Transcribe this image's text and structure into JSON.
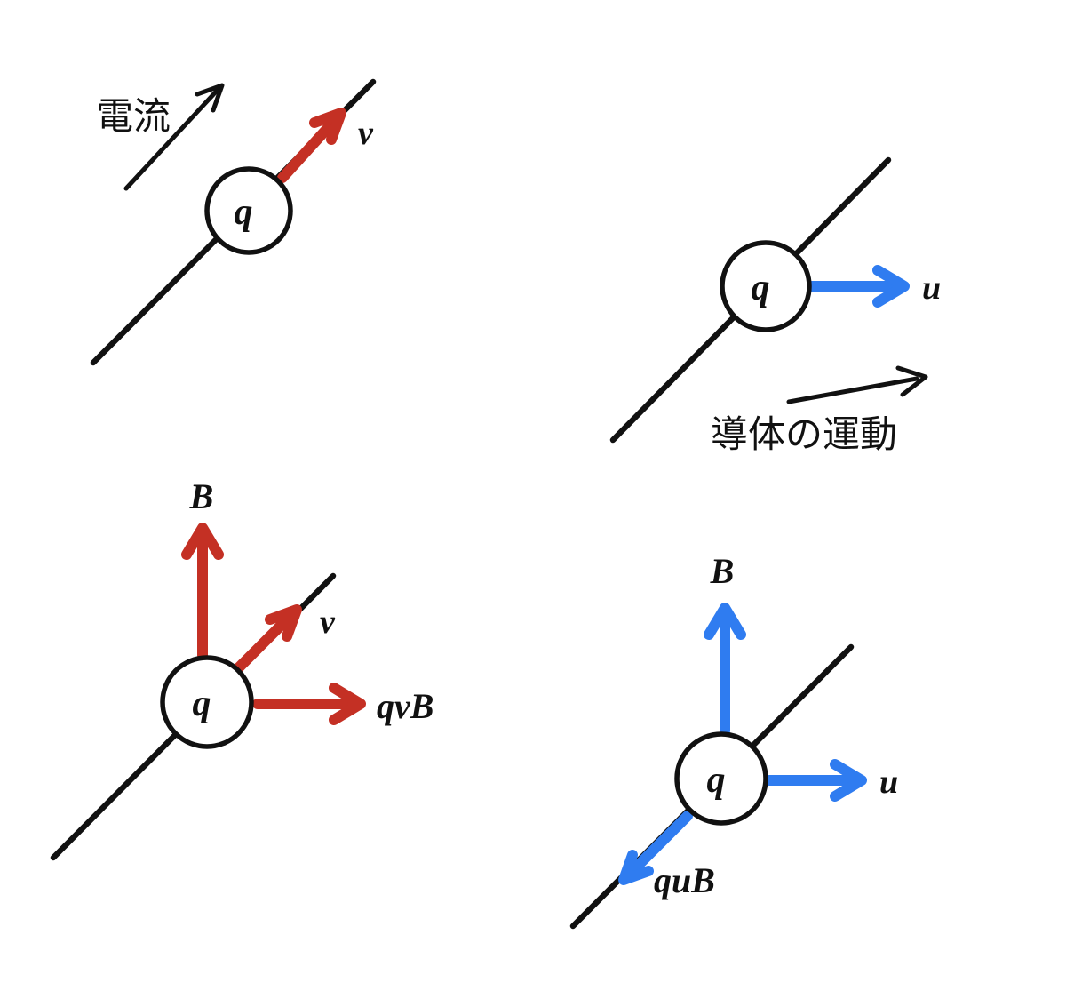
{
  "colors": {
    "red": "#c43024",
    "blue": "#2f7cf0",
    "black": "#111111",
    "background": "#ffffff"
  },
  "panels": {
    "top_left": {
      "charge_label": "q",
      "velocity_label": "v",
      "annotation_label": "電流"
    },
    "top_right": {
      "charge_label": "q",
      "velocity_label": "u",
      "annotation_label": "導体の運動"
    },
    "bottom_left": {
      "charge_label": "q",
      "field_label": "B",
      "velocity_label": "v",
      "force_label": "qvB"
    },
    "bottom_right": {
      "charge_label": "q",
      "field_label": "B",
      "velocity_label": "u",
      "force_label": "quB"
    }
  }
}
